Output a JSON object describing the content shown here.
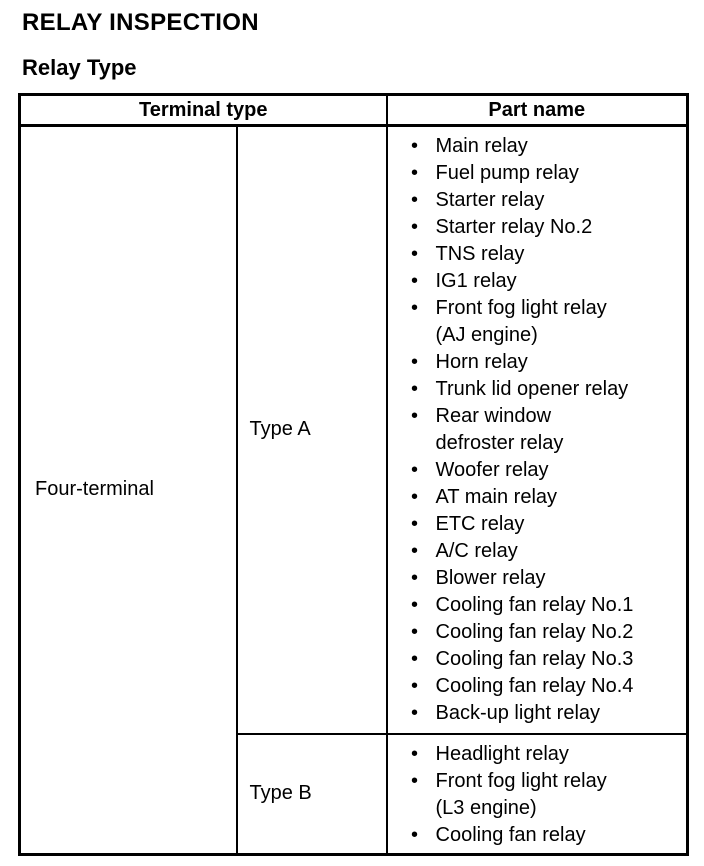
{
  "page": {
    "title": "RELAY INSPECTION",
    "subtitle": "Relay Type"
  },
  "table": {
    "headers": {
      "terminal_type": "Terminal type",
      "part_name": "Part name"
    },
    "rows": [
      {
        "terminal": "Four-terminal",
        "types": [
          {
            "type": "Type A",
            "parts": [
              "Main relay",
              "Fuel pump relay",
              "Starter relay",
              "Starter relay No.2",
              "TNS relay",
              "IG1 relay",
              "Front fog light relay\n(AJ engine)",
              "Horn relay",
              "Trunk lid opener relay",
              "Rear window\ndefroster relay",
              "Woofer relay",
              "AT main relay",
              "ETC relay",
              "A/C relay",
              "Blower relay",
              "Cooling fan relay No.1",
              "Cooling fan relay No.2",
              "Cooling fan relay No.3",
              "Cooling fan relay No.4",
              "Back-up light relay"
            ]
          },
          {
            "type": "Type B",
            "parts": [
              "Headlight relay",
              "Front fog light relay\n(L3 engine)",
              "Cooling fan relay"
            ]
          }
        ]
      }
    ],
    "bullet_glyph": "•",
    "colors": {
      "ink": "#000000",
      "paper": "#ffffff"
    }
  }
}
